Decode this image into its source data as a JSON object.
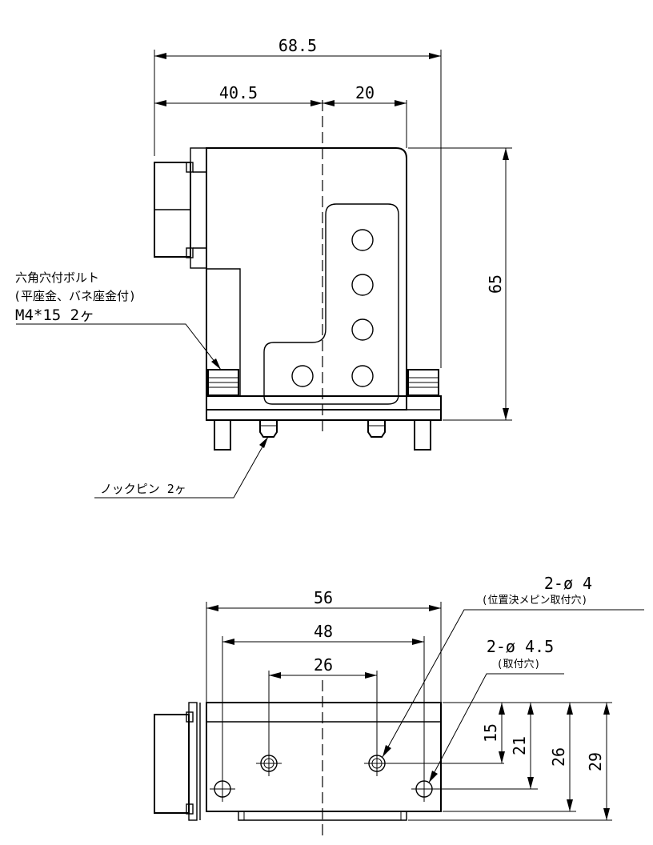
{
  "front_view": {
    "dims": {
      "overall_width": "68.5",
      "left_width": "40.5",
      "right_width": "20",
      "height": "65"
    },
    "bolt_note": {
      "line1": "六角穴付ボルト",
      "line2": "(平座金、バネ座金付)",
      "line3": "M4*15  2ヶ"
    },
    "pin_note": "ノックピン  2ヶ"
  },
  "bottom_view": {
    "dims": {
      "width_56": "56",
      "width_48": "48",
      "width_26": "26",
      "h_15": "15",
      "h_21": "21",
      "h_26": "26",
      "h_29": "29"
    },
    "pin_hole_note": {
      "line1": "2-ø 4",
      "line2": "(位置決メピン取付穴)"
    },
    "mount_hole_note": {
      "line1": "2-ø 4.5",
      "line2": "(取付穴)"
    }
  }
}
